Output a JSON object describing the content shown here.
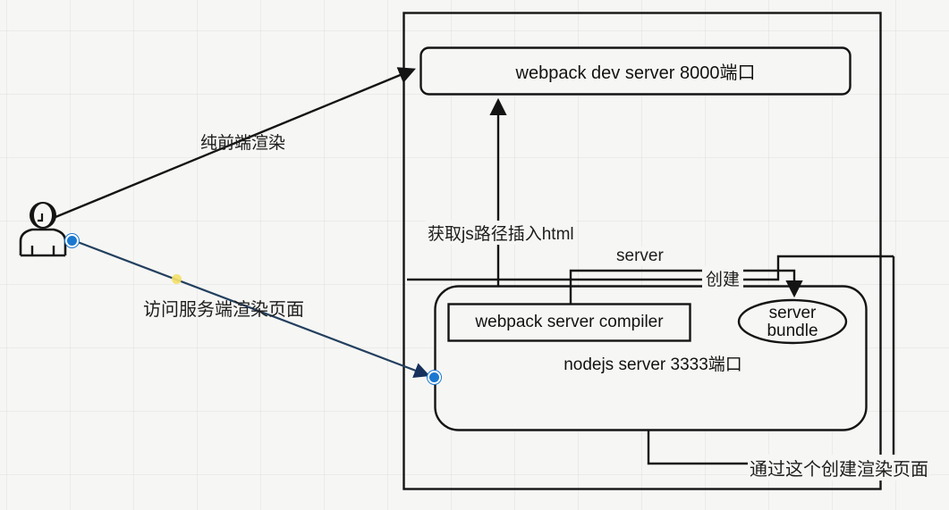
{
  "diagram": {
    "title_present": false,
    "background": "#f6f6f4",
    "stroke_color": "#1a1a1a",
    "selected_color": "#1b78d0",
    "waypoint_color": "#f2e06a",
    "actor": {
      "name": "user-actor",
      "label": ""
    },
    "nodes": [
      {
        "id": "outer-container",
        "label": "",
        "shape": "rectangle"
      },
      {
        "id": "dev-server",
        "label": "webpack dev server  8000端口",
        "shape": "rounded-rectangle"
      },
      {
        "id": "nodejs-server",
        "label": "nodejs server  3333端口",
        "shape": "rounded-rectangle"
      },
      {
        "id": "server-compiler",
        "label": "webpack server compiler",
        "shape": "rectangle"
      },
      {
        "id": "server-bundle",
        "label": "server bundle",
        "line1": "server",
        "line2": "bundle",
        "shape": "ellipse"
      }
    ],
    "edge_labels": [
      {
        "id": "edge-label-csr",
        "text": "纯前端渲染"
      },
      {
        "id": "edge-label-ssr-visit",
        "text": "访问服务端渲染页面"
      },
      {
        "id": "edge-label-inject-html",
        "text": "获取js路径插入html"
      },
      {
        "id": "edge-label-server",
        "text": "server"
      },
      {
        "id": "edge-label-create",
        "text": "创建"
      },
      {
        "id": "edge-label-render-page",
        "text": "通过这个创建渲染页面"
      }
    ]
  }
}
